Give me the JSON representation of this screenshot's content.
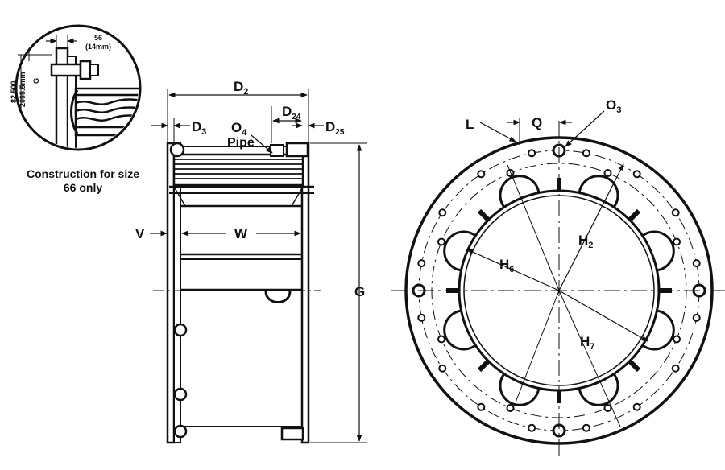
{
  "detail": {
    "gap_label": "56",
    "gap_label_mm": "(14mm)",
    "side_label_1": "82.500",
    "side_label_2": "2095.5mm",
    "g_label": "G",
    "caption_line1": "Construction for size",
    "caption_line2": "66 only"
  },
  "side_view": {
    "d2": "D",
    "d2_sub": "2",
    "d3": "D",
    "d3_sub": "3",
    "d24": "D",
    "d24_sub": "24",
    "d25": "D",
    "d25_sub": "25",
    "o4": "O",
    "o4_sub": "4",
    "pipe": "Pipe",
    "v": "V",
    "w": "W",
    "g": "G"
  },
  "front_view": {
    "l": "L",
    "q": "Q",
    "o3": "O",
    "o3_sub": "3",
    "h2": "H",
    "h2_sub": "2",
    "h6": "H",
    "h6_sub": "6",
    "h7": "H",
    "h7_sub": "7"
  },
  "colors": {
    "ink": "#111111",
    "paper": "#ffffff"
  }
}
